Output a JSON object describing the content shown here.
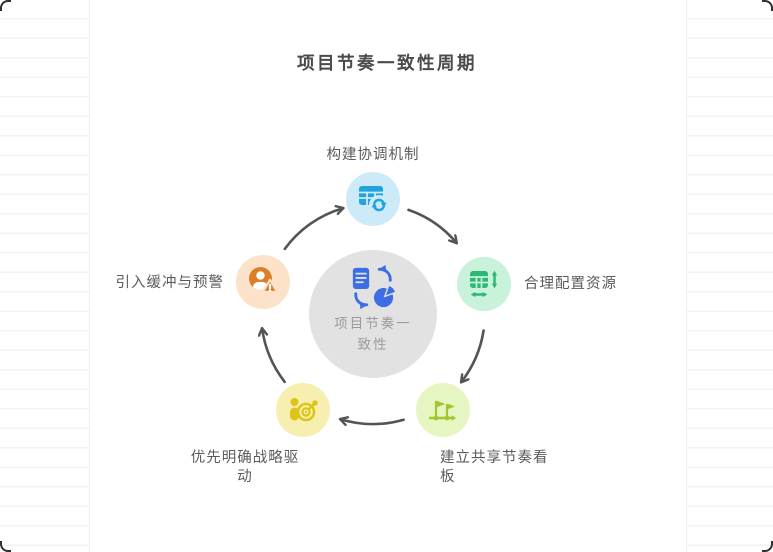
{
  "title": "项目节奏一致性周期",
  "center": {
    "label": "项目节奏一致性",
    "icon": "doc-sync-pie-icon",
    "circle_color": "#e2e2e2",
    "icon_color": "#3d6de4",
    "text_color": "#9b9b9b"
  },
  "nodes": [
    {
      "id": "build-coordination",
      "label": "构建协调机制",
      "position": "top",
      "icon": "table-sync-icon",
      "circle_color": "#cdeaf8",
      "icon_color": "#21a3dc"
    },
    {
      "id": "allocate-resources",
      "label": "合理配置资源",
      "position": "right",
      "icon": "table-resize-icon",
      "circle_color": "#c8f2da",
      "icon_color": "#2eb875"
    },
    {
      "id": "shared-rhythm-board",
      "label": "建立共享节奏看板",
      "position": "bottom-right",
      "icon": "milestone-flags-icon",
      "circle_color": "#e6f6c2",
      "icon_color": "#a2c72e"
    },
    {
      "id": "strategy-driven",
      "label": "优先明确战略驱动",
      "position": "bottom-left",
      "icon": "person-target-icon",
      "circle_color": "#f6efb0",
      "icon_color": "#dcc517"
    },
    {
      "id": "buffer-warning",
      "label": "引入缓冲与预警",
      "position": "left",
      "icon": "person-alert-icon",
      "circle_color": "#fbe2c8",
      "icon_color": "#dd7e28"
    }
  ],
  "flow": {
    "direction": "clockwise",
    "arrow_color": "#545454",
    "sequence": [
      "构建协调机制",
      "合理配置资源",
      "建立共享节奏看板",
      "优先明确战略驱动",
      "引入缓冲与预警"
    ]
  }
}
